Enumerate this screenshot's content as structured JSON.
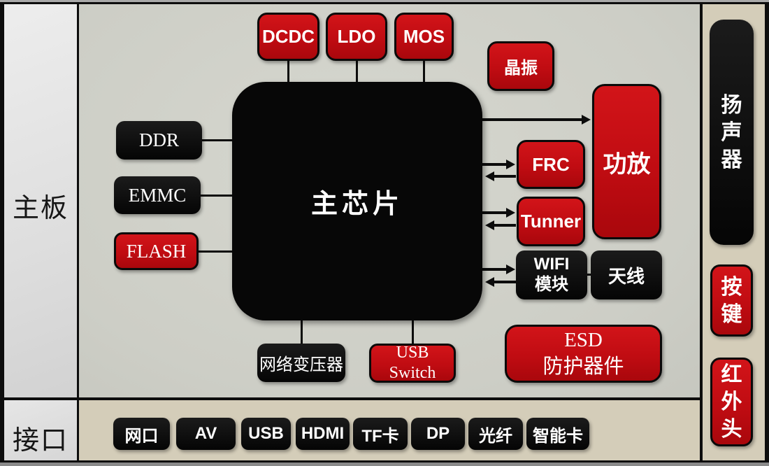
{
  "sidebar_left": {
    "top_label": "主板",
    "bottom_label": "接口"
  },
  "power_row": {
    "dcdc": "DCDC",
    "ldo": "LDO",
    "mos": "MOS"
  },
  "crystal": "晶振",
  "main_chip": "主芯片",
  "memory": {
    "ddr": "DDR",
    "emmc": "EMMC",
    "flash": "FLASH"
  },
  "right_cluster": {
    "amplifier": "功放",
    "frc": "FRC",
    "tuner": "Tunner",
    "wifi_line1": "WIFI",
    "wifi_line2": "模块",
    "antenna": "天线"
  },
  "bottom_blocks": {
    "transformer": "网络变压器",
    "usb_switch_line1": "USB",
    "usb_switch_line2": "Switch",
    "esd_line1": "ESD",
    "esd_line2": "防护器件"
  },
  "interfaces": [
    "网口",
    "AV",
    "USB",
    "HDMI",
    "TF卡",
    "DP",
    "光纤",
    "智能卡"
  ],
  "sidebar_right": {
    "speaker": "扬声器",
    "keys": "按键",
    "ir": "红外头"
  },
  "colors": {
    "accent_red": "#c00c12",
    "block_black": "#0a0a0a",
    "main_bg": "#cfd0c8",
    "left_panel_bg": "#e4e4e4",
    "tan_bg": "#d4cdb9"
  }
}
